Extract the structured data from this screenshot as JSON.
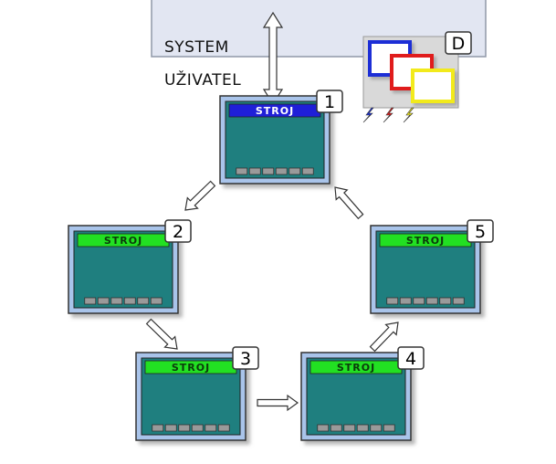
{
  "system_label": "SYSTEM",
  "user_label": "UŽIVATEL",
  "display_badge": "D",
  "colors": {
    "system_band": "#e2e6f2",
    "panel_frame": "#a9c4ea",
    "panel_screen": "#1f7f7f",
    "title_blue": "#1f1fd8",
    "title_green": "#22e022",
    "window_blue": "#1a2fd6",
    "window_red": "#e01c1c",
    "window_yellow": "#f2ea1e"
  },
  "screens": [
    {
      "number": "1",
      "title": "STROJ",
      "title_color": "blue"
    },
    {
      "number": "2",
      "title": "STROJ",
      "title_color": "green"
    },
    {
      "number": "3",
      "title": "STROJ",
      "title_color": "green"
    },
    {
      "number": "4",
      "title": "STROJ",
      "title_color": "green"
    },
    {
      "number": "5",
      "title": "STROJ",
      "title_color": "green"
    }
  ],
  "key_count": 6,
  "icons": [
    "bidirectional-arrow-icon",
    "flow-arrow-icon",
    "lightning-bolt-icon",
    "window-icon"
  ]
}
